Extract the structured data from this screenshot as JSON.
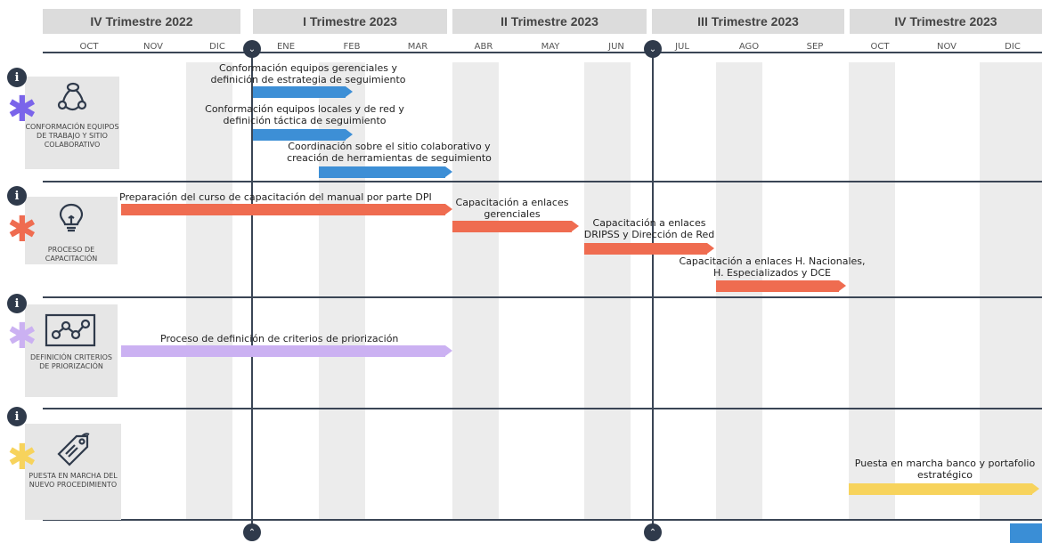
{
  "quarters": [
    "IV Trimestre 2022",
    "I Trimestre 2023",
    "II Trimestre 2023",
    "III Trimestre 2023",
    "IV Trimestre 2023"
  ],
  "months": [
    "OCT",
    "NOV",
    "DIC",
    "ENE",
    "FEB",
    "MAR",
    "ABR",
    "MAY",
    "JUN",
    "JUL",
    "AGO",
    "SEP",
    "OCT",
    "NOV",
    "DIC"
  ],
  "info_glyph": "i",
  "colors": {
    "blue": "#3d8fd6",
    "orange": "#ef6c50",
    "lavender": "#cbb1f2",
    "yellow": "#f7d35c",
    "purple_star": "#7a64ea",
    "dark": "#2f3a4b"
  },
  "categories": [
    {
      "label": "CONFORMACIÓN EQUIPOS DE TRABAJO Y SITIO COLABORATIVO",
      "icon": "team-network-icon",
      "star_color": "#7a64ea",
      "tasks": [
        {
          "label": "Conformación equipos gerenciales y definición de estrategia de seguimiento",
          "start": 3,
          "end": 4.5,
          "color": "#3d8fd6"
        },
        {
          "label": "Conformación equipos locales y de red y definición táctica de seguimiento",
          "start": 3,
          "end": 4.5,
          "color": "#3d8fd6"
        },
        {
          "label": "Coordinación sobre el sitio colaborativo y creación de herramientas de seguimiento",
          "start": 4,
          "end": 6,
          "color": "#3d8fd6"
        }
      ]
    },
    {
      "label": "PROCESO DE CAPACITACIÓN",
      "icon": "lightbulb-icon",
      "star_color": "#ef6c50",
      "tasks": [
        {
          "label": "Preparación del curso de capacitación del manual por parte DPI",
          "start": 1,
          "end": 6,
          "color": "#ef6c50"
        },
        {
          "label": "Capacitación a enlaces gerenciales",
          "start": 6,
          "end": 8,
          "color": "#ef6c50"
        },
        {
          "label": "Capacitación a enlaces DRIPSS y Dirección de Red",
          "start": 8,
          "end": 10,
          "color": "#ef6c50"
        },
        {
          "label": "Capacitación a enlaces H. Nacionales, H. Especializados y DCE",
          "start": 10,
          "end": 12,
          "color": "#ef6c50"
        }
      ]
    },
    {
      "label": "DEFINICIÓN CRITERIOS DE PRIORIZACIÓN",
      "icon": "connected-nodes-icon",
      "star_color": "#cbb1f2",
      "tasks": [
        {
          "label": "Proceso de definición de criterios de priorización",
          "start": 1,
          "end": 6,
          "color": "#cbb1f2"
        }
      ]
    },
    {
      "label": "PUESTA EN MARCHA DEL NUEVO PROCEDIMIENTO",
      "icon": "price-tag-icon",
      "star_color": "#f7d35c",
      "tasks": [
        {
          "label": "Puesta en marcha banco y portafolio estratégico",
          "start": 12,
          "end": 15,
          "color": "#f7d35c"
        }
      ]
    }
  ]
}
